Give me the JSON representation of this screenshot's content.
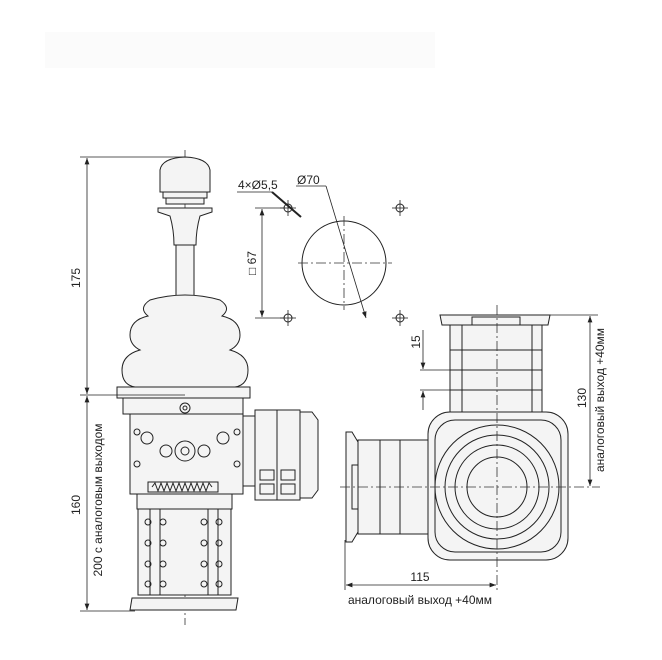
{
  "dimensions": {
    "height_top": "175",
    "height_bottom": "160",
    "height_bottom_analog": "200 с аналоговым выходом",
    "holes": "4×Ø5,5",
    "cutout_diameter": "Ø70",
    "hole_square": "□ 67",
    "module_pitch": "15",
    "side_height": "130",
    "side_note": "аналоговый выход +40мм",
    "bottom_width": "115",
    "bottom_note": "аналоговый выход +40мм"
  }
}
